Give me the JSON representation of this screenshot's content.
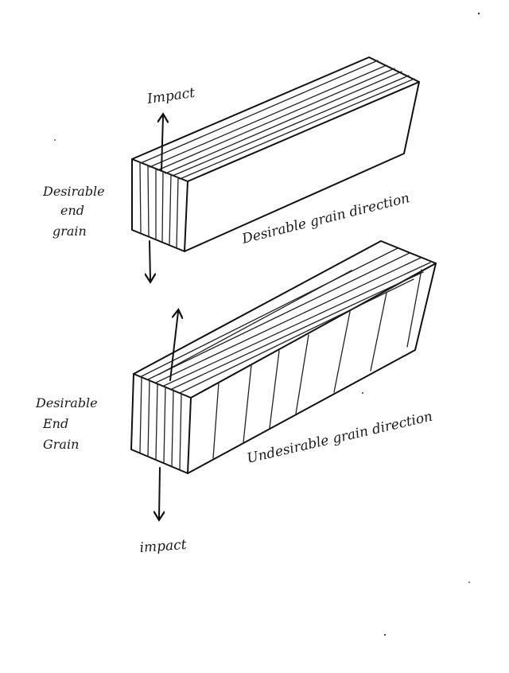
{
  "diagram": {
    "top_block": {
      "impact_label": "Impact",
      "end_grain_label": [
        "Desirable",
        "end",
        "grain"
      ],
      "grain_label": "Desirable grain direction"
    },
    "bottom_block": {
      "impact_label": "impact",
      "end_grain_label": [
        "Desirable",
        "End",
        "Grain"
      ],
      "grain_label": "Undesirable grain direction"
    }
  }
}
